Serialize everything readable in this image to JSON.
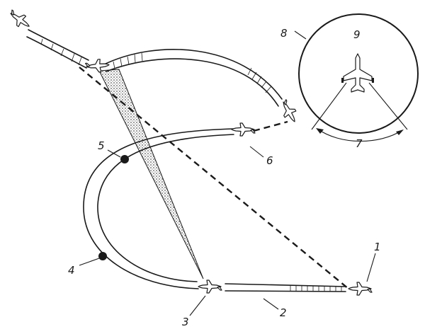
{
  "labels": {
    "l1": "1",
    "l2": "2",
    "l3": "3",
    "l4": "4",
    "l5": "5",
    "l6": "6",
    "l7": "7",
    "l8": "8",
    "l9": "9"
  },
  "icons": {
    "aircraft": "fighter-jet-silhouette",
    "marker": "filled-dot"
  },
  "colors": {
    "ink": "#1a1a1a",
    "paper": "#ffffff"
  }
}
